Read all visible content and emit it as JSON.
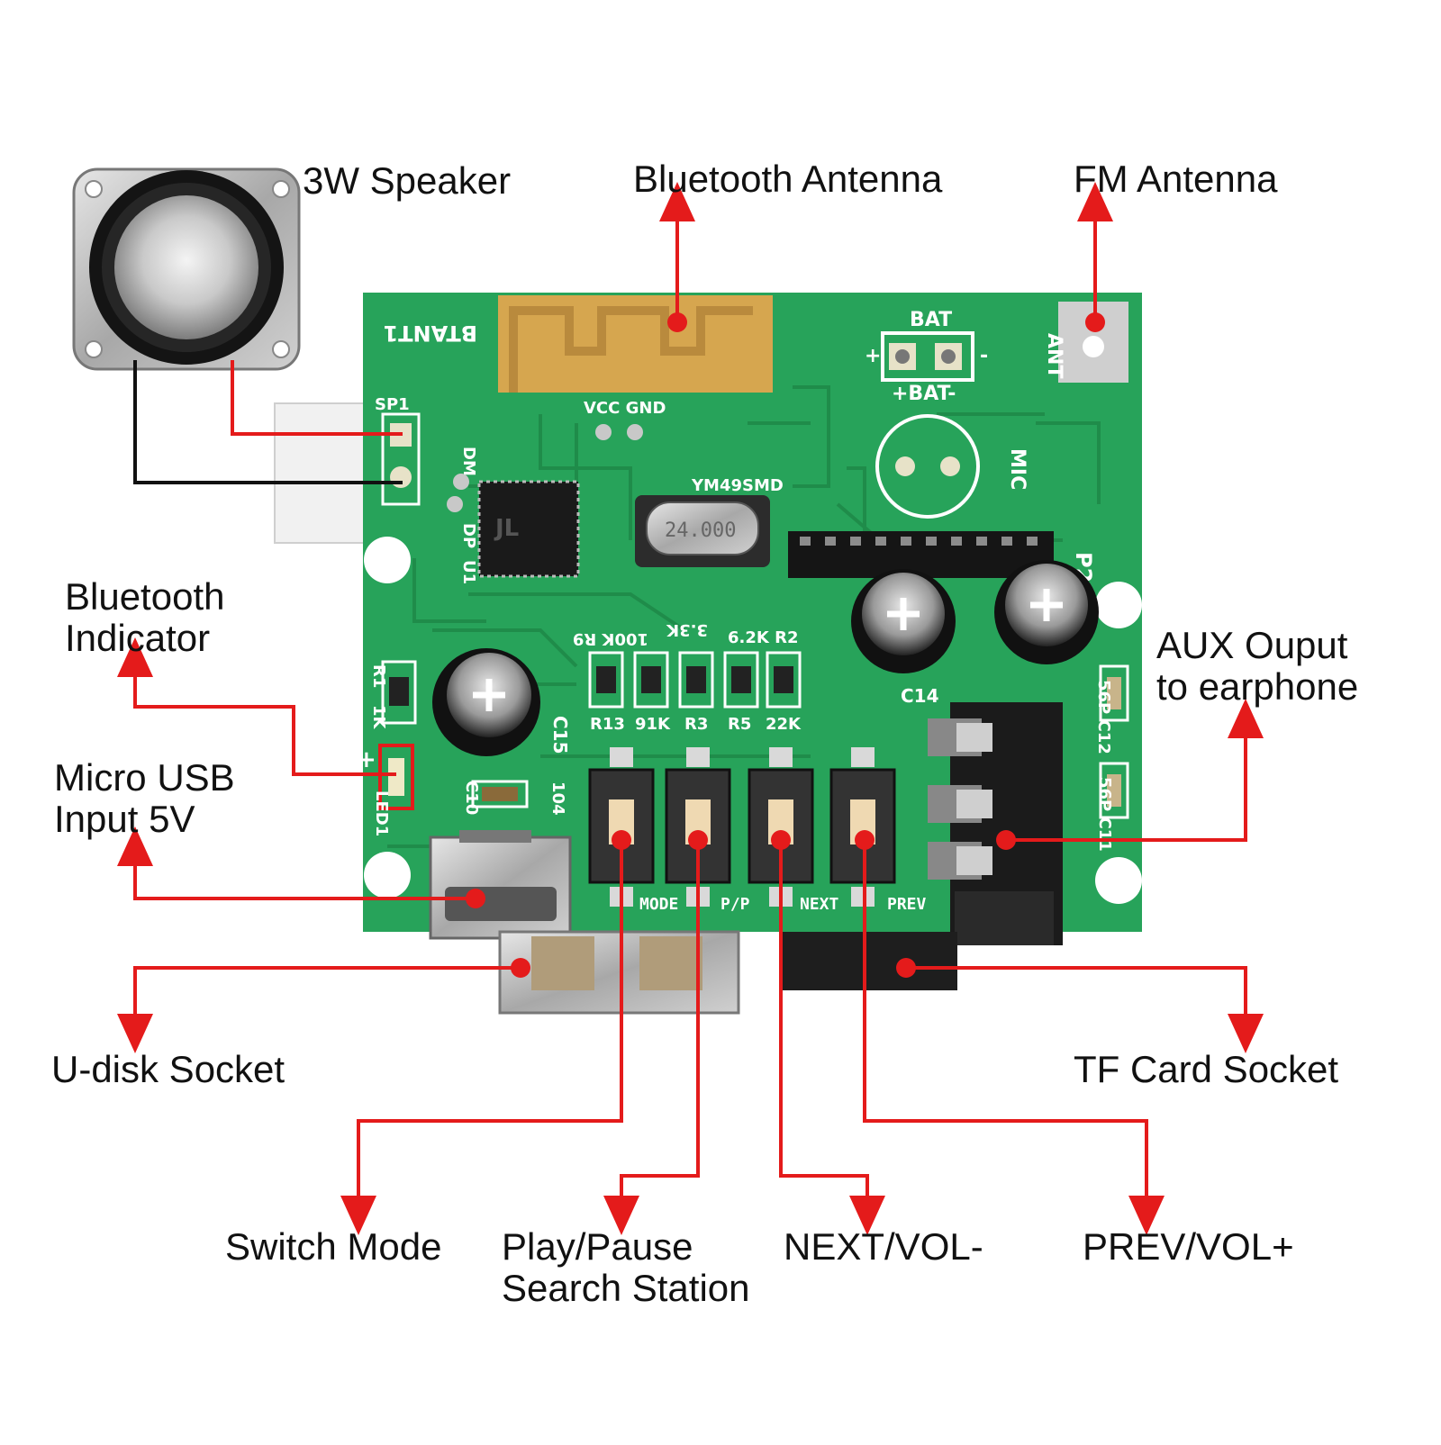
{
  "callouts": {
    "speaker": "3W Speaker",
    "bt_antenna": "Bluetooth Antenna",
    "fm_antenna": "FM Antenna",
    "bt_indicator_1": "Bluetooth",
    "bt_indicator_2": "Indicator",
    "usb_input_1": "Micro USB",
    "usb_input_2": "Input 5V",
    "aux_output_1": "AUX Ouput",
    "aux_output_2": "to earphone",
    "udisk": "U-disk Socket",
    "tf_card": "TF Card Socket",
    "switch_mode": "Switch Mode",
    "play_pause_1": "Play/Pause",
    "play_pause_2": "Search Station",
    "next_vol": "NEXT/VOL-",
    "prev_vol": "PREV/VOL+"
  },
  "silkscreen": {
    "btant": "BTANT1",
    "bat": "BAT",
    "bat_pm": "+BAT-",
    "plus": "+",
    "minus": "-",
    "ant": "ANT",
    "vcc_gnd": "VCC GND",
    "sp1": "SP1",
    "dm": "DM",
    "dp": "DP",
    "u1": "U1",
    "crystal_model": "YM49SMD",
    "crystal_freq": "24.000",
    "mic": "MIC",
    "p2": "P2",
    "r9": "100K R9",
    "r3_top": "3.3K",
    "r5_top": "6.2K R2",
    "r13": "R13",
    "r_91k": "91K",
    "r3": "R3",
    "r5": "R5",
    "r_22k": "22K",
    "r1": "R1",
    "r1_val": "1K",
    "led1": "LED1",
    "c15": "C15",
    "c10": "C10",
    "c104": "104",
    "c14": "C14",
    "c12": "56P C12",
    "c11": "56P C11",
    "mode": "MODE",
    "pp": "P/P",
    "next": "NEXT",
    "prev": "PREV"
  },
  "colors": {
    "pcb": "#27a35a",
    "trace": "#1f8c4a",
    "pad": "#e7e2c8",
    "antenna": "#d6a64f",
    "arrow": "#e41b1b",
    "wire_black": "#111111",
    "text": "#111111"
  }
}
